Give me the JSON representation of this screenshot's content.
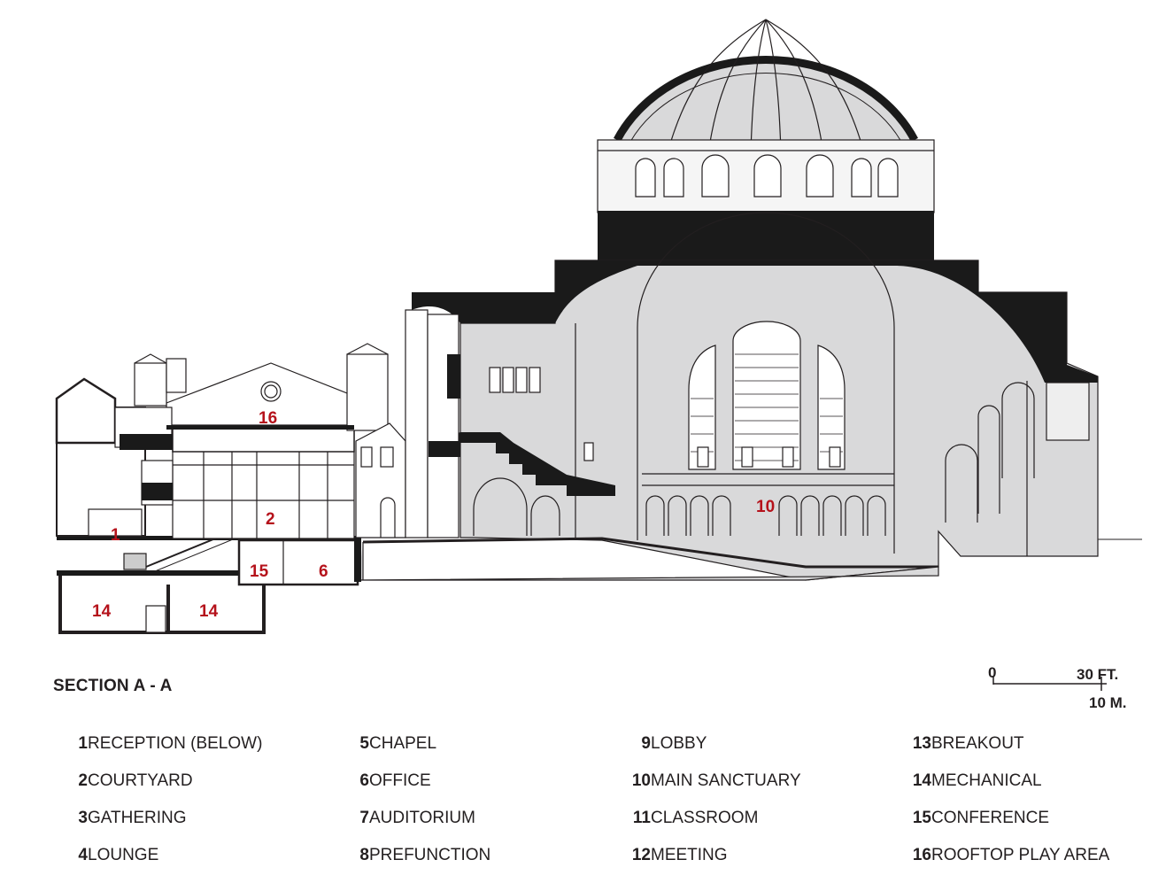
{
  "callouts": {
    "c1": "1",
    "c2": "2",
    "c6": "6",
    "c10": "10",
    "c14a": "14",
    "c14b": "14",
    "c15": "15",
    "c16": "16"
  },
  "section_title": "SECTION A - A",
  "scale_bar": {
    "zero": "0",
    "feet": "30 FT.",
    "meters": "10 M."
  },
  "legend": [
    {
      "num": "1",
      "label": "RECEPTION (BELOW)"
    },
    {
      "num": "2",
      "label": "COURTYARD"
    },
    {
      "num": "3",
      "label": "GATHERING"
    },
    {
      "num": "4",
      "label": "LOUNGE"
    },
    {
      "num": "5",
      "label": "CHAPEL"
    },
    {
      "num": "6",
      "label": "OFFICE"
    },
    {
      "num": "7",
      "label": "AUDITORIUM"
    },
    {
      "num": "8",
      "label": "PREFUNCTION"
    },
    {
      "num": "9",
      "label": "LOBBY"
    },
    {
      "num": "10",
      "label": "MAIN SANCTUARY"
    },
    {
      "num": "11",
      "label": "CLASSROOM"
    },
    {
      "num": "12",
      "label": "MEETING"
    },
    {
      "num": "13",
      "label": "BREAKOUT"
    },
    {
      "num": "14",
      "label": "MECHANICAL"
    },
    {
      "num": "15",
      "label": "CONFERENCE"
    },
    {
      "num": "16",
      "label": "ROOFTOP PLAY AREA"
    }
  ],
  "colors": {
    "callout": "#b5121b",
    "section_fill": "#d9d9da",
    "cut": "#1a1a1a"
  }
}
